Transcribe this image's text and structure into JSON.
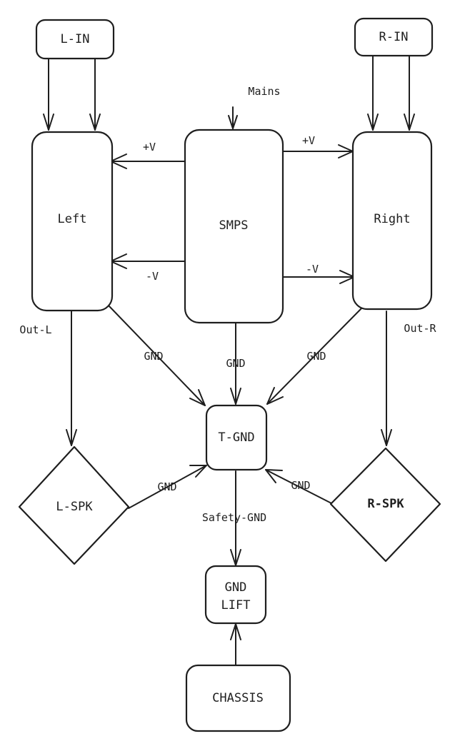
{
  "colors": {
    "stroke": "#1e1e1e",
    "background": "#ffffff"
  },
  "nodes": {
    "l_in": "L-IN",
    "r_in": "R-IN",
    "left": "Left",
    "smps": "SMPS",
    "right": "Right",
    "t_gnd": "T-GND",
    "l_spk": "L-SPK",
    "r_spk": "R-SPK",
    "gnd_lift_1": "GND",
    "gnd_lift_2": "LIFT",
    "chassis": "CHASSIS"
  },
  "edges": {
    "mains": "Mains",
    "plus_v_left": "+V",
    "plus_v_right": "+V",
    "minus_v_left": "-V",
    "minus_v_right": "-V",
    "out_l": "Out-L",
    "out_r": "Out-R",
    "gnd_left": "GND",
    "gnd_smps": "GND",
    "gnd_right": "GND",
    "gnd_lspk": "GND",
    "gnd_rspk": "GND",
    "safety_gnd": "Safety-GND"
  }
}
